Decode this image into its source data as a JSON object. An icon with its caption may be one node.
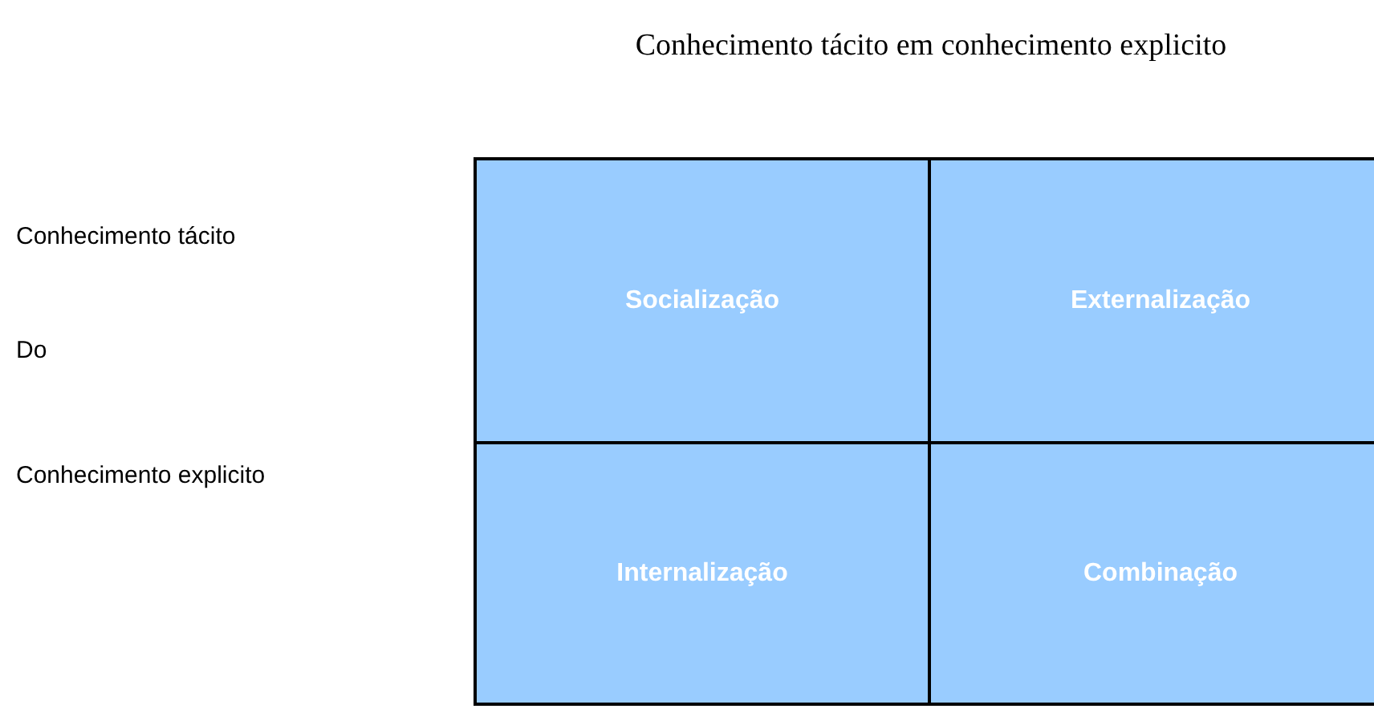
{
  "diagram": {
    "title": "Conhecimento tácito em conhecimento explicito",
    "nodes": [
      {
        "text": [
          "Socialização"
        ]
      },
      {
        "text": [
          "Externalização"
        ]
      },
      {
        "text": [
          "Internalização"
        ]
      },
      {
        "text": [
          "Combinação"
        ]
      }
    ],
    "labels": [
      "Conhecimento tácito",
      "Do",
      "Conhecimento explicito"
    ]
  }
}
